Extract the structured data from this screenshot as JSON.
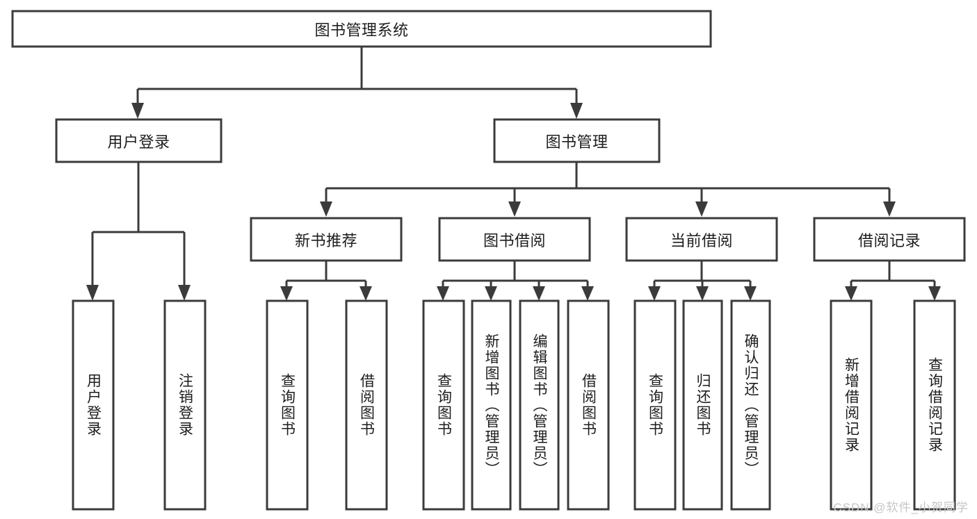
{
  "diagram": {
    "type": "tree-hierarchy",
    "title": "图书管理系统",
    "watermark": "CSDN @软件_小贺同学",
    "colors": {
      "stroke": "#3b3b3b",
      "box_fill": "#ffffff",
      "text": "#1d1d1d",
      "background": "#ffffff",
      "watermark": "#c6c6c6"
    },
    "root": {
      "label": "图书管理系统",
      "orientation": "horizontal"
    },
    "level2": [
      {
        "label": "用户登录",
        "orientation": "horizontal"
      },
      {
        "label": "图书管理",
        "orientation": "horizontal"
      }
    ],
    "level3": [
      {
        "label": "新书推荐",
        "orientation": "horizontal"
      },
      {
        "label": "图书借阅",
        "orientation": "horizontal"
      },
      {
        "label": "当前借阅",
        "orientation": "horizontal"
      },
      {
        "label": "借阅记录",
        "orientation": "horizontal"
      }
    ],
    "leaves": {
      "user_login": [
        {
          "label": "用户登录",
          "orientation": "vertical"
        },
        {
          "label": "注销登录",
          "orientation": "vertical"
        }
      ],
      "new_book_recommend": [
        {
          "label": "查询图书",
          "orientation": "vertical"
        },
        {
          "label": "借阅图书",
          "orientation": "vertical"
        }
      ],
      "book_borrow": [
        {
          "label": "查询图书",
          "orientation": "vertical"
        },
        {
          "label": "新增图书（管理员）",
          "orientation": "vertical"
        },
        {
          "label": "编辑图书（管理员）",
          "orientation": "vertical"
        },
        {
          "label": "借阅图书",
          "orientation": "vertical"
        }
      ],
      "current_borrow": [
        {
          "label": "查询图书",
          "orientation": "vertical"
        },
        {
          "label": "归还图书",
          "orientation": "vertical"
        },
        {
          "label": "确认归还（管理员）",
          "orientation": "vertical"
        }
      ],
      "borrow_record": [
        {
          "label": "新增借阅记录",
          "orientation": "vertical"
        },
        {
          "label": "查询借阅记录",
          "orientation": "vertical"
        }
      ]
    }
  }
}
